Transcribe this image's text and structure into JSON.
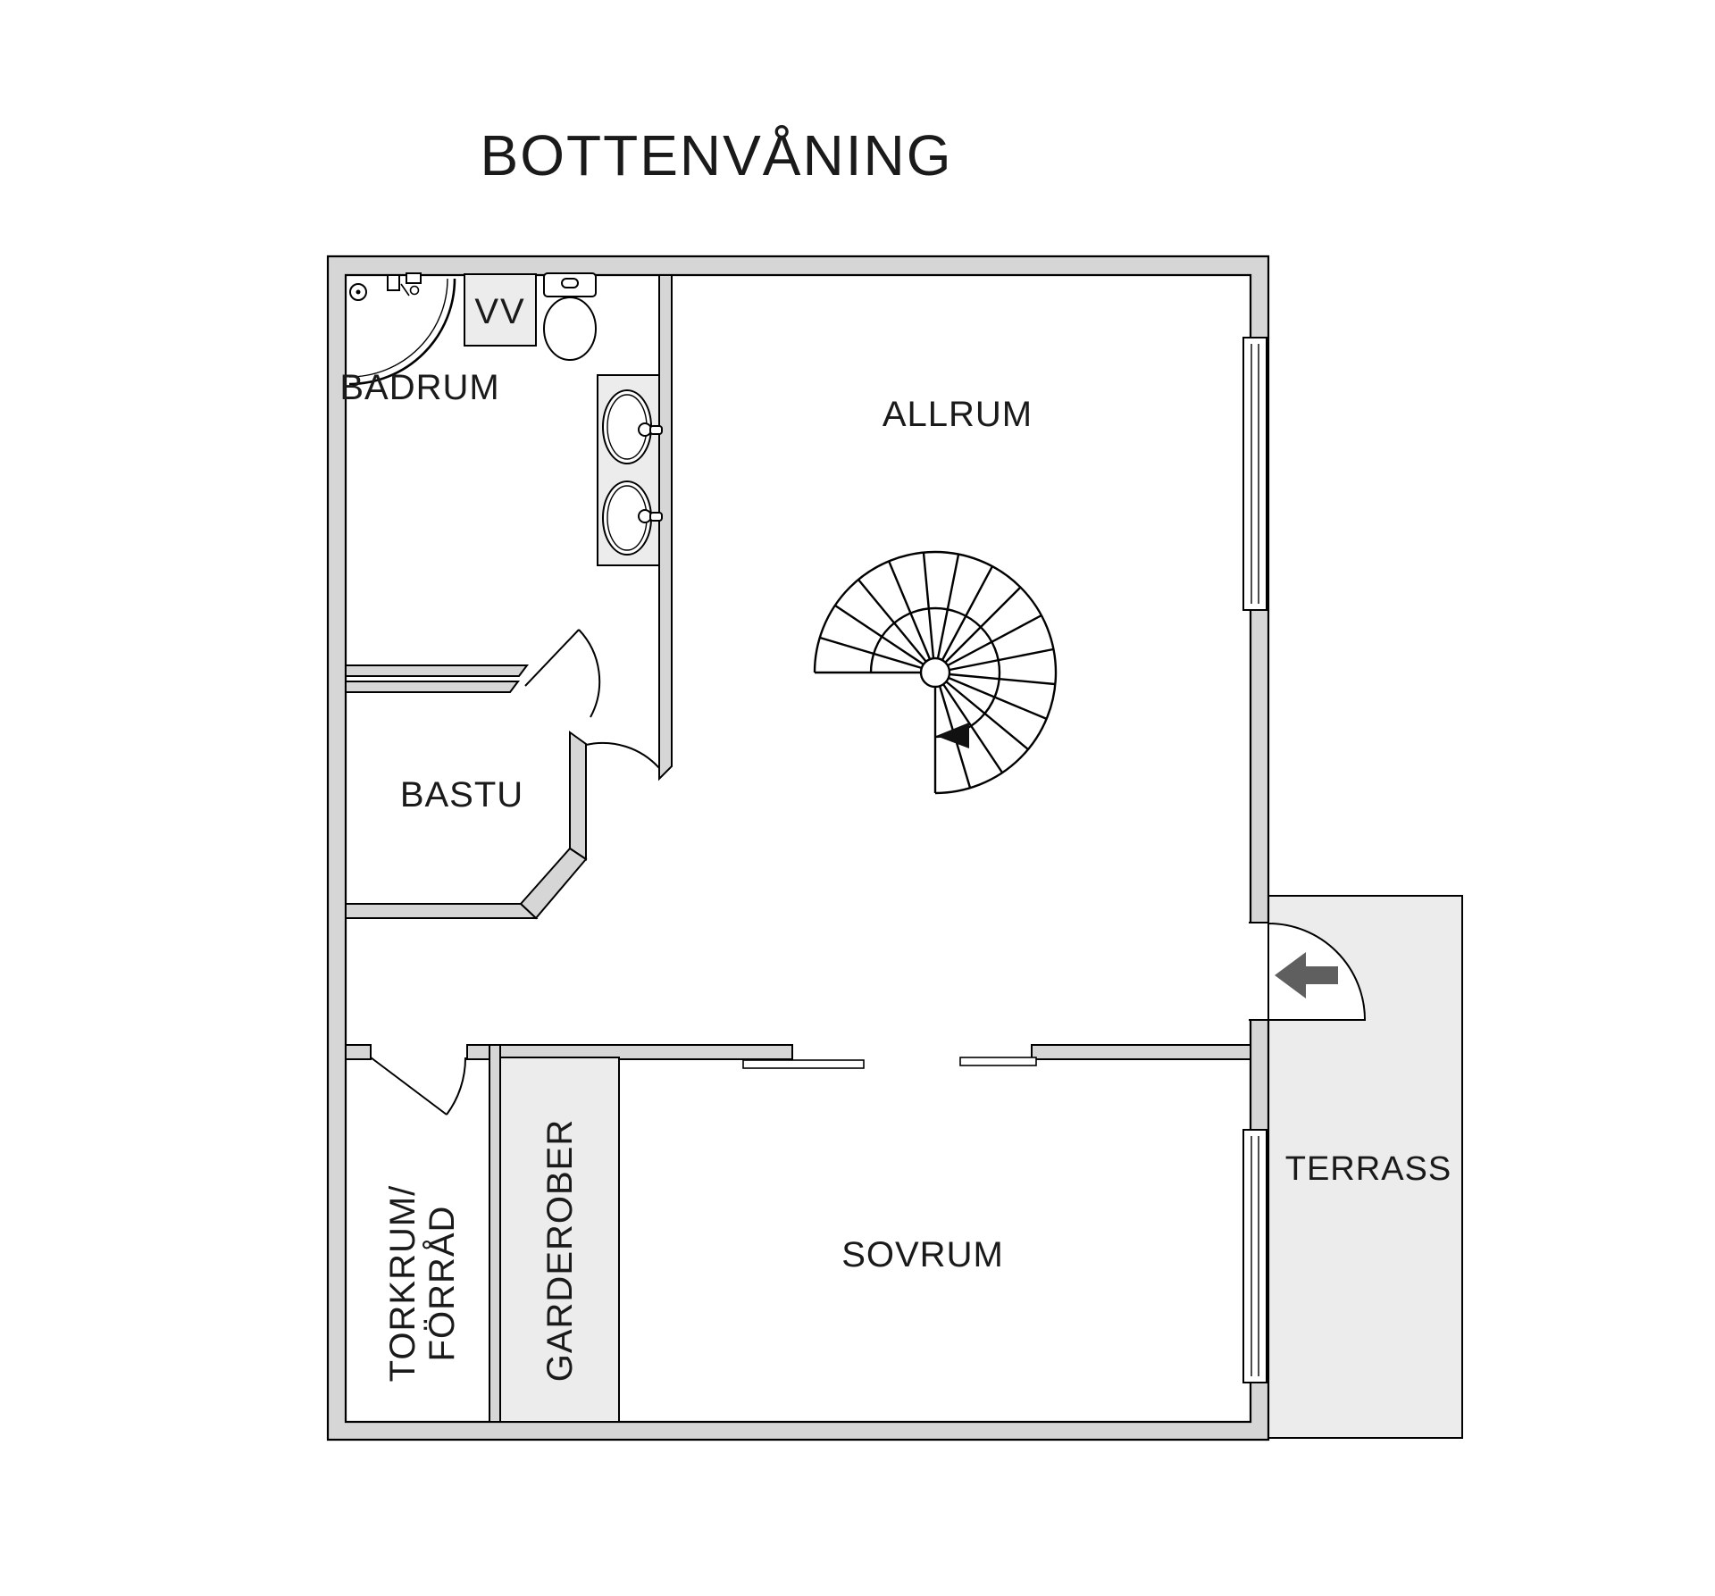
{
  "title": "BOTTENVÅNING",
  "rooms": {
    "allrum": "ALLRUM",
    "badrum": "BADRUM",
    "bastu": "BASTU",
    "sovrum": "SOVRUM",
    "terrass": "TERRASS",
    "garderober": "GARDEROBER",
    "torkrum_line1": "TORKRUM/",
    "torkrum_line2": "FÖRRÅD",
    "vv": "VV"
  },
  "colors": {
    "wall_fill": "#d6d6d6",
    "light_fill": "#ececec",
    "floor_fill": "#ffffff",
    "outline": "#000000",
    "entry_arrow": "#5f5f5f",
    "stair_arrow": "#111111",
    "text": "#1a1a1a",
    "background": "#ffffff"
  }
}
